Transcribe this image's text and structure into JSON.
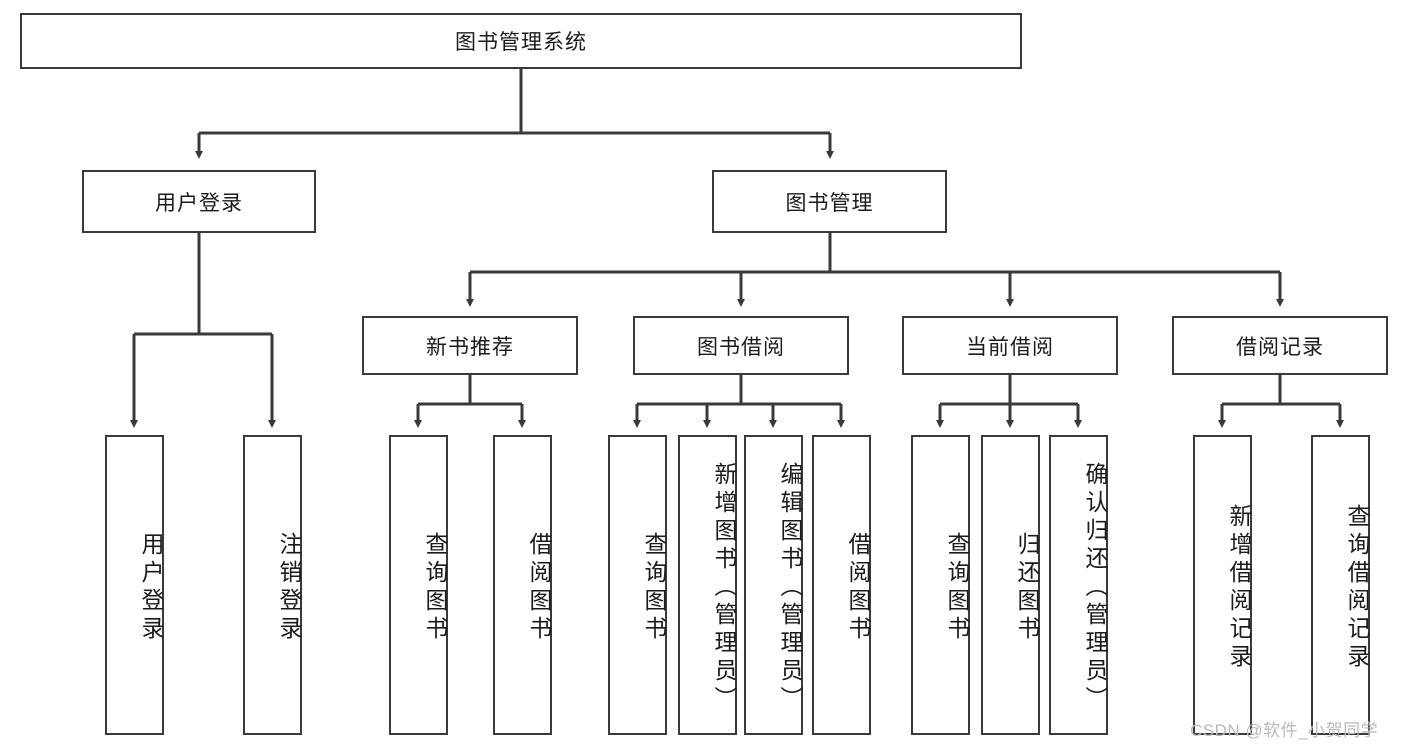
{
  "diagram": {
    "title_node": {
      "label": "图书管理系统"
    },
    "level2": [
      {
        "id": "user-login",
        "label": "用户登录"
      },
      {
        "id": "book-management",
        "label": "图书管理"
      }
    ],
    "level3": [
      {
        "id": "new-book-recommend",
        "label": "新书推荐"
      },
      {
        "id": "book-borrow",
        "label": "图书借阅"
      },
      {
        "id": "current-borrow",
        "label": "当前借阅"
      },
      {
        "id": "borrow-record",
        "label": "借阅记录"
      }
    ],
    "leaves": [
      {
        "id": "leaf-user-login",
        "label": "用户登录"
      },
      {
        "id": "leaf-logout-login",
        "label": "注销登录"
      },
      {
        "id": "leaf-query-book-1",
        "label": "查询图书"
      },
      {
        "id": "leaf-borrow-book-1",
        "label": "借阅图书"
      },
      {
        "id": "leaf-query-book-2",
        "label": "查询图书"
      },
      {
        "id": "leaf-add-book-admin",
        "label": "新增图书（管理员）"
      },
      {
        "id": "leaf-edit-book-admin",
        "label": "编辑图书（管理员）"
      },
      {
        "id": "leaf-borrow-book-2",
        "label": "借阅图书"
      },
      {
        "id": "leaf-query-book-3",
        "label": "查询图书"
      },
      {
        "id": "leaf-return-book",
        "label": "归还图书"
      },
      {
        "id": "leaf-confirm-return-admin",
        "label": "确认归还（管理员）"
      },
      {
        "id": "leaf-add-borrow-record",
        "label": "新增借阅记录"
      },
      {
        "id": "leaf-query-borrow-record",
        "label": "查询借阅记录"
      }
    ],
    "watermark": {
      "text": "CSDN @软件_小贺同学"
    },
    "colors": {
      "stroke": "#3a3a3a",
      "fill": "#ffffff",
      "text": "#1b1b1b",
      "watermark": "#b9b9b9"
    }
  }
}
